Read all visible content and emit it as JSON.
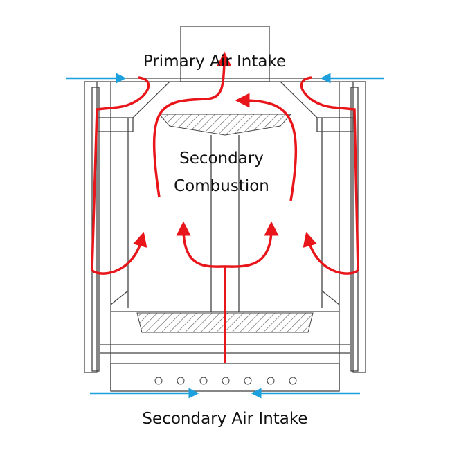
{
  "labels": {
    "primary": "Primary Air Intake",
    "secondary_combustion_line1": "Secondary",
    "secondary_combustion_line2": "Combustion",
    "secondary_intake": "Secondary Air Intake"
  },
  "colors": {
    "hot_air": "#e8161b",
    "cold_air": "#1ea0dc",
    "line": "#444444"
  }
}
